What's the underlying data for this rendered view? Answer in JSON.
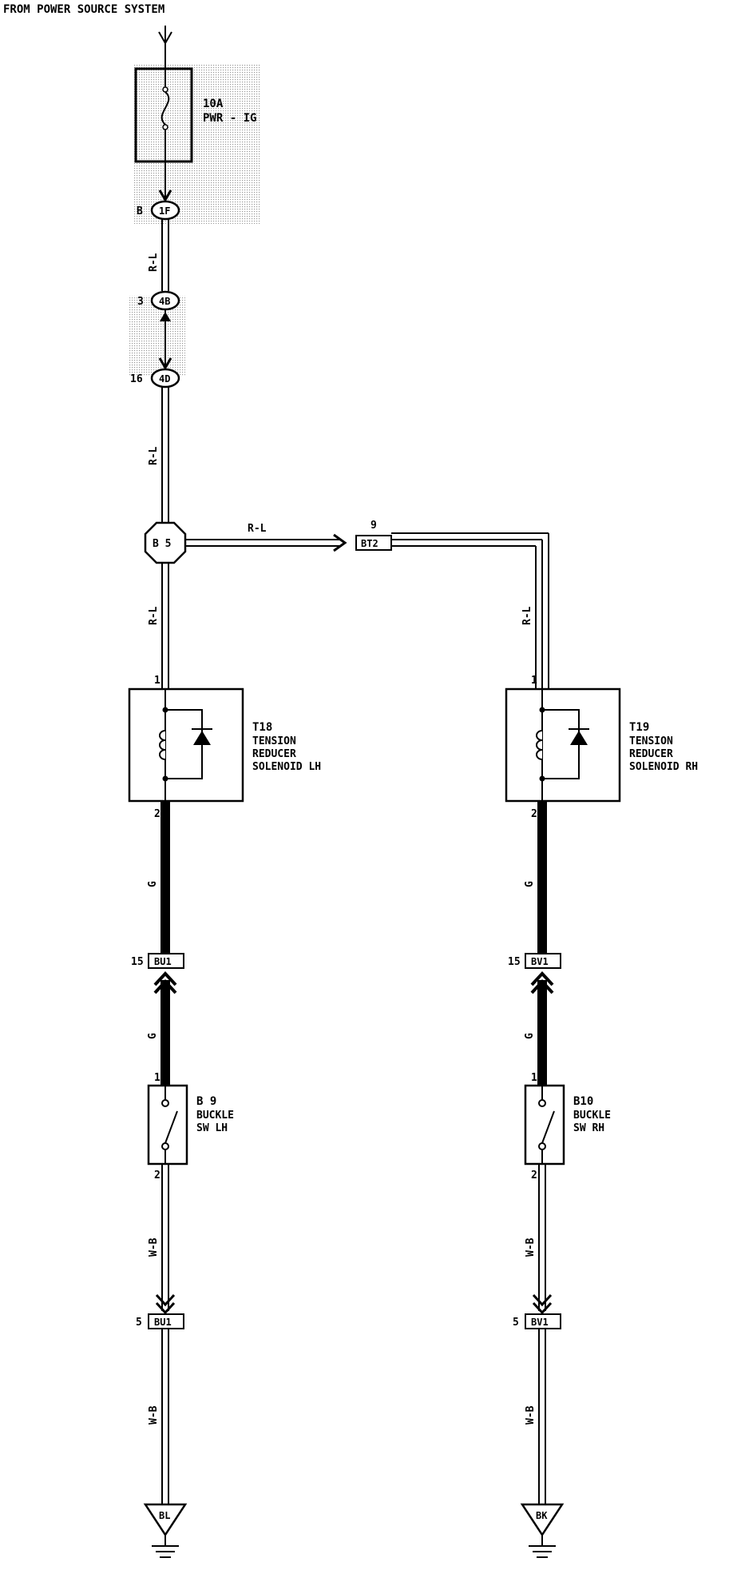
{
  "header": {
    "title": "FROM POWER SOURCE SYSTEM"
  },
  "fuse": {
    "rating": "10A",
    "name": "PWR - IG"
  },
  "connectors": {
    "c1F": {
      "pin": "B",
      "id": "1F"
    },
    "c4B": {
      "pin": "3",
      "id": "4B"
    },
    "c4D": {
      "pin": "16",
      "id": "4D"
    },
    "b5": {
      "id": "B 5"
    },
    "bt2": {
      "pin": "9",
      "id": "BT2"
    },
    "bu1_top": {
      "pin": "15",
      "id": "BU1"
    },
    "bv1_top": {
      "pin": "15",
      "id": "BV1"
    },
    "bu1_bot": {
      "pin": "5",
      "id": "BU1"
    },
    "bv1_bot": {
      "pin": "5",
      "id": "BV1"
    }
  },
  "wires": {
    "w1": "R-L",
    "w2": "R-L",
    "w3": "R-L",
    "w4": "R-L",
    "w5": "R-L",
    "g1": "G",
    "g2": "G",
    "g3": "G",
    "g4": "G",
    "wb1": "W-B",
    "wb2": "W-B",
    "wb3": "W-B",
    "wb4": "W-B"
  },
  "components": {
    "t18": {
      "id": "T18",
      "line1": "TENSION",
      "line2": "REDUCER",
      "line3": "SOLENOID LH",
      "pin_in": "1",
      "pin_out": "2"
    },
    "t19": {
      "id": "T19",
      "line1": "TENSION",
      "line2": "REDUCER",
      "line3": "SOLENOID RH",
      "pin_in": "1",
      "pin_out": "2"
    },
    "b9": {
      "id": "B 9",
      "line1": "BUCKLE",
      "line2": "SW LH",
      "pin_in": "1",
      "pin_out": "2"
    },
    "b10": {
      "id": "B10",
      "line1": "BUCKLE",
      "line2": "SW RH",
      "pin_in": "1",
      "pin_out": "2"
    }
  },
  "grounds": {
    "left": "BL",
    "right": "BK"
  }
}
